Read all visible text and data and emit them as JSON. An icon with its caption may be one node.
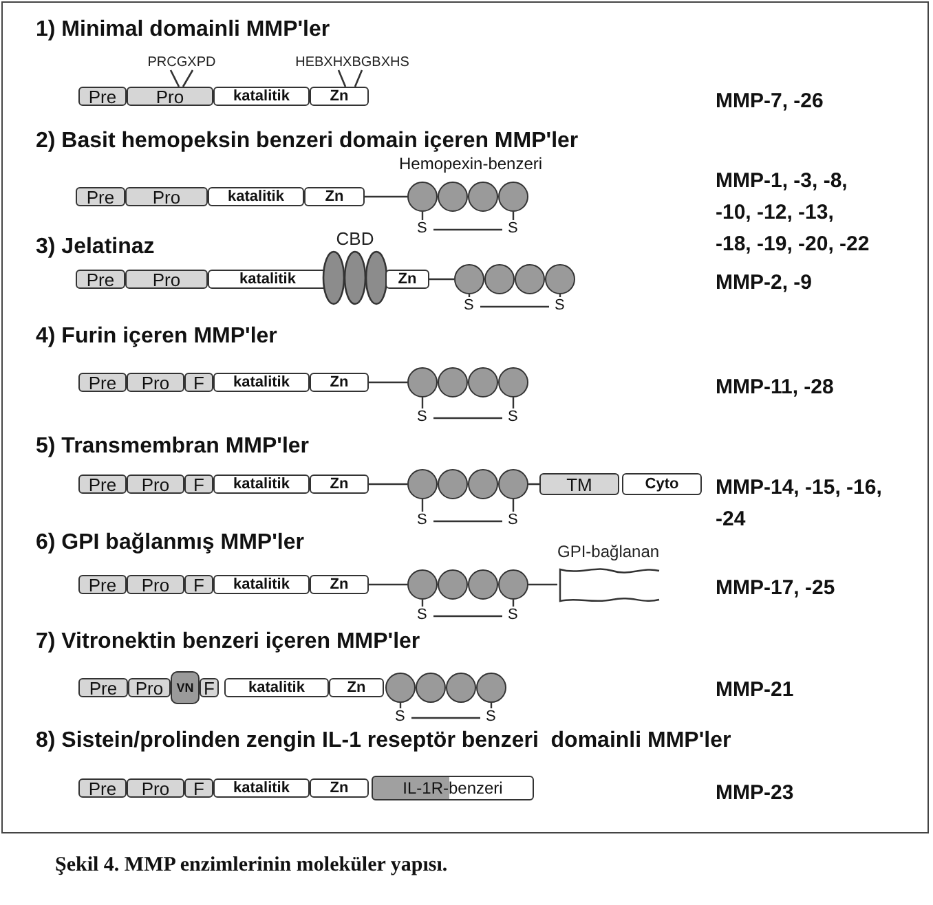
{
  "diagram": {
    "caption": "Şekil 4. MMP enzimlerinin moleküler yapısı.",
    "nodes": [
      {
        "text": [
          "PRCGXPD"
        ]
      },
      {
        "text": [
          "HEBXHXBGBXHS"
        ]
      },
      {
        "text": [
          "Pre"
        ]
      },
      {
        "text": [
          "Pro"
        ]
      },
      {
        "text": [
          "katalitik"
        ]
      },
      {
        "text": [
          "Zn"
        ]
      },
      {
        "text": [
          "Pre"
        ]
      },
      {
        "text": [
          "Pro"
        ]
      },
      {
        "text": [
          "katalitik"
        ]
      },
      {
        "text": [
          "Zn"
        ]
      },
      {
        "text": [],
        "shape": "circle",
        "beside": [
          "S"
        ]
      },
      {
        "text": [],
        "shape": "circle"
      },
      {
        "text": [],
        "shape": "circle"
      },
      {
        "text": [],
        "shape": "circle",
        "beside": [
          "S"
        ]
      },
      {
        "text": [
          "Pre"
        ]
      },
      {
        "text": [
          "Pro"
        ]
      },
      {
        "text": [
          "katalitik"
        ]
      },
      {
        "text": [
          "CBD"
        ]
      },
      {
        "text": [
          "Zn"
        ]
      },
      {
        "text": [],
        "shape": "circle",
        "beside": [
          "S"
        ]
      },
      {
        "text": [],
        "shape": "circle"
      },
      {
        "text": [],
        "shape": "circle"
      },
      {
        "text": [],
        "shape": "circle",
        "beside": [
          "S"
        ]
      },
      {
        "text": [
          "Pre"
        ]
      },
      {
        "text": [
          "Pro"
        ]
      },
      {
        "text": [
          "F"
        ]
      },
      {
        "text": [
          "katalitik"
        ]
      },
      {
        "text": [
          "Zn"
        ]
      },
      {
        "text": [],
        "shape": "circle",
        "beside": [
          "S"
        ]
      },
      {
        "text": [],
        "shape": "circle"
      },
      {
        "text": [],
        "shape": "circle"
      },
      {
        "text": [],
        "shape": "circle",
        "beside": [
          "S"
        ]
      },
      {
        "text": [
          "Pre"
        ]
      },
      {
        "text": [
          "Pro"
        ]
      },
      {
        "text": [
          "F"
        ]
      },
      {
        "text": [
          "katalitik"
        ]
      },
      {
        "text": [
          "Zn"
        ]
      },
      {
        "text": [],
        "shape": "circle",
        "beside": [
          "S"
        ]
      },
      {
        "text": [],
        "shape": "circle"
      },
      {
        "text": [],
        "shape": "circle"
      },
      {
        "text": [],
        "shape": "circle",
        "beside": [
          "S"
        ]
      },
      {
        "text": [
          "TM"
        ]
      },
      {
        "text": [
          "Cyto"
        ]
      },
      {
        "text": [
          "Pre"
        ]
      },
      {
        "text": [
          "Pro"
        ]
      },
      {
        "text": [
          "F"
        ]
      },
      {
        "text": [
          "katalitik"
        ]
      },
      {
        "text": [
          "Zn"
        ]
      },
      {
        "text": [],
        "shape": "circle",
        "beside": [
          "S"
        ]
      },
      {
        "text": [],
        "shape": "circle"
      },
      {
        "text": [],
        "shape": "circle"
      },
      {
        "text": [],
        "shape": "circle",
        "beside": [
          "S"
        ]
      },
      {
        "text": [
          "GPI-bağlanan"
        ]
      },
      {
        "text": [
          "Pre"
        ]
      },
      {
        "text": [
          "Pro"
        ]
      },
      {
        "text": [
          "VN"
        ]
      },
      {
        "text": [
          "F"
        ]
      },
      {
        "text": [
          "katalitik"
        ]
      },
      {
        "text": [
          "Zn"
        ]
      },
      {
        "text": [],
        "shape": "circle",
        "beside": [
          "S"
        ]
      },
      {
        "text": [],
        "shape": "circle"
      },
      {
        "text": [],
        "shape": "circle"
      },
      {
        "text": [],
        "shape": "circle",
        "beside": [
          "S"
        ]
      },
      {
        "text": [
          "Pre"
        ]
      },
      {
        "text": [
          "Pro"
        ]
      },
      {
        "text": [
          "F"
        ]
      },
      {
        "text": [
          "katalitik"
        ]
      },
      {
        "text": [
          "Zn"
        ]
      },
      {
        "text": [
          "IL-1R-benzeri"
        ]
      }
    ],
    "edges": [
      {
        "from": 0,
        "to": 3,
        "arrow": "none"
      },
      {
        "from": 0,
        "to": 3,
        "arrow": "none"
      },
      {
        "from": 1,
        "to": 5,
        "arrow": "none"
      },
      {
        "from": 1,
        "to": 5,
        "arrow": "none"
      },
      {
        "from": 9,
        "to": 10,
        "arrow": "none"
      },
      {
        "from": 18,
        "to": 19,
        "arrow": "none"
      },
      {
        "from": 27,
        "to": 28,
        "arrow": "none"
      },
      {
        "from": 36,
        "to": 37,
        "arrow": "none"
      },
      {
        "from": 40,
        "to": 41,
        "arrow": "none"
      },
      {
        "from": 47,
        "to": 48,
        "arrow": "none"
      },
      {
        "from": 51,
        "to": 52,
        "arrow": "none"
      }
    ],
    "labels": [
      "1) Minimal domainli MMP'ler",
      "MMP-7, -26",
      "2) Basit hemopeksin benzeri domain içeren MMP'ler",
      "Hemopexin-benzeri",
      "MMP-1, -3, -8, -10, -12, -13, -18, -19, -20, -22",
      "3) Jelatinaz",
      "MMP-2, -9",
      "4) Furin içeren MMP'ler",
      "MMP-11, -28",
      "5) Transmembran MMP'ler",
      "MMP-14, -15, -16, -24",
      "6) GPI bağlanmış MMP'ler",
      "MMP-17, -25",
      "7) Vitronektin benzeri içeren MMP'ler",
      "MMP-21",
      "8) Sistein/prolinden zengin IL-1 reseptör benzeri  domainli MMP'ler",
      "MMP-23"
    ]
  }
}
